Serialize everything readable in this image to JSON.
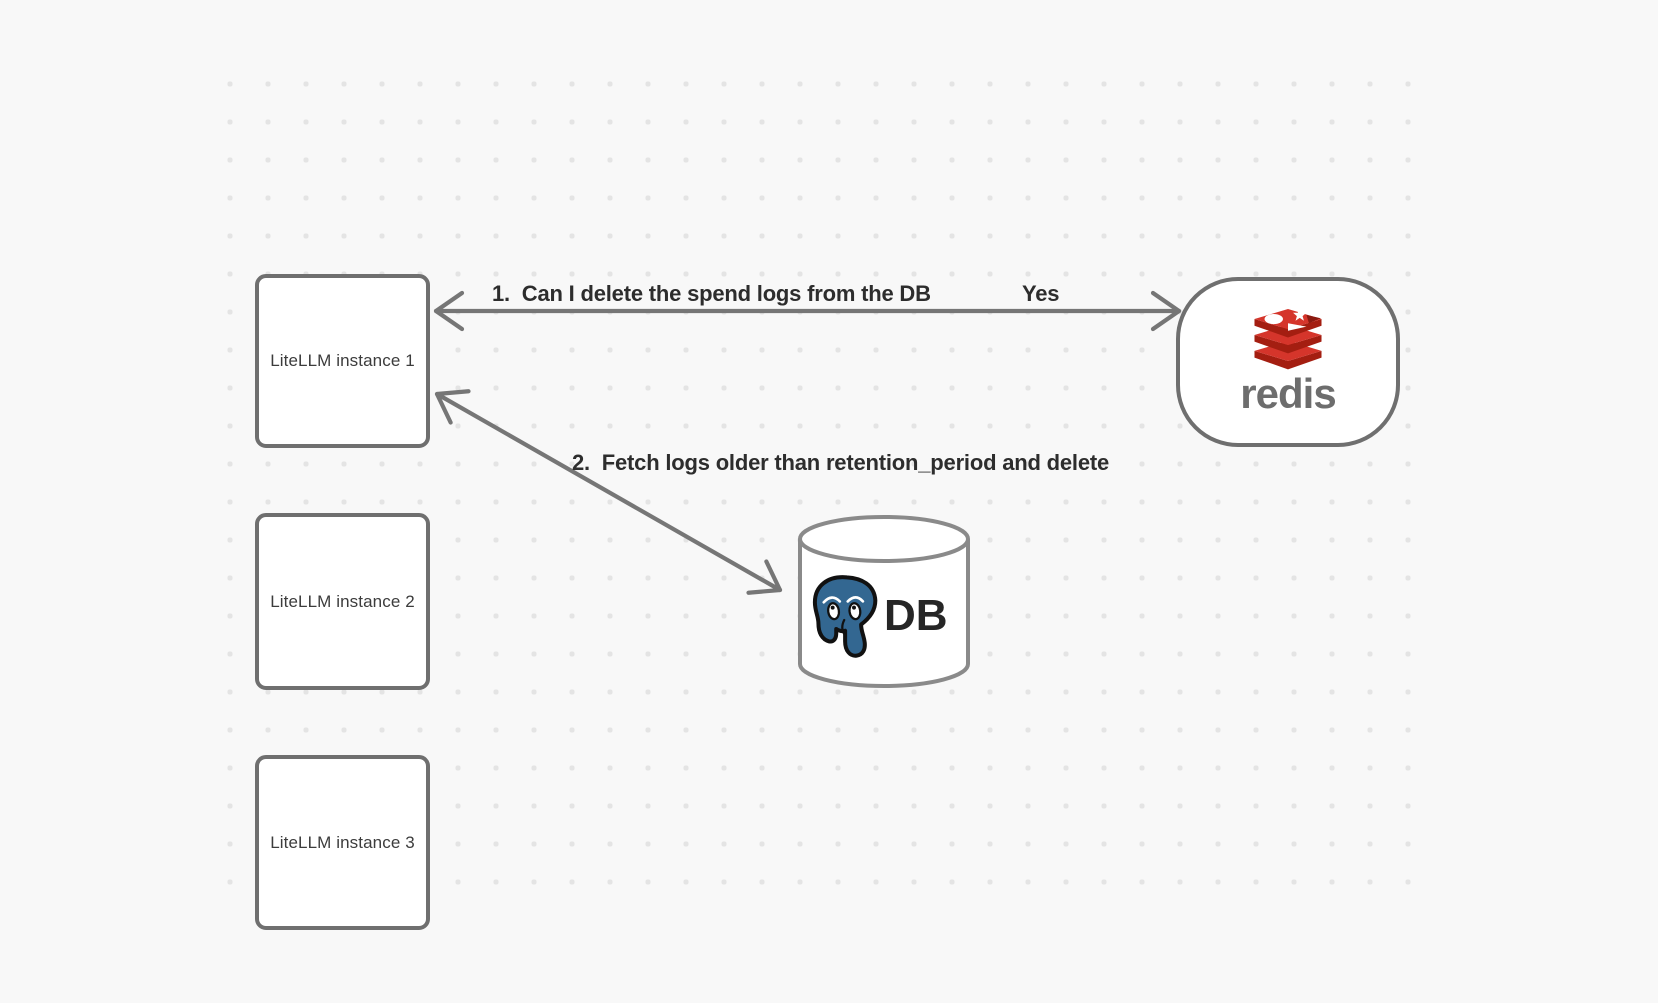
{
  "canvas": {
    "background_color": "#f8f8f8",
    "dot_color": "#e4e4e4",
    "node_border_color": "#6f6f6f",
    "arrow_color": "#767676",
    "label_color": "#2d2d2d"
  },
  "nodes": {
    "instance1": {
      "label": "LiteLLM instance 1"
    },
    "instance2": {
      "label": "LiteLLM instance 2"
    },
    "instance3": {
      "label": "LiteLLM instance 3"
    },
    "redis": {
      "wordmark": "redis",
      "icon": "redis-logo-icon",
      "brand_red": "#d5352b",
      "brand_dark_red": "#a41e11",
      "wordmark_color": "#6d6d6d"
    },
    "db": {
      "label": "DB",
      "icon": "postgresql-elephant-icon",
      "elephant_blue": "#336791",
      "cylinder_stroke": "#8a8a8a"
    }
  },
  "arrows": {
    "step1": {
      "label": "1.  Can I delete the spend logs from the DB",
      "response": "Yes",
      "from": "LiteLLM instance 1",
      "to": "redis",
      "style": "double-headed"
    },
    "step2": {
      "label": "2.  Fetch logs older than retention_period and delete",
      "from": "LiteLLM instance 1",
      "to": "DB",
      "style": "double-headed"
    }
  }
}
